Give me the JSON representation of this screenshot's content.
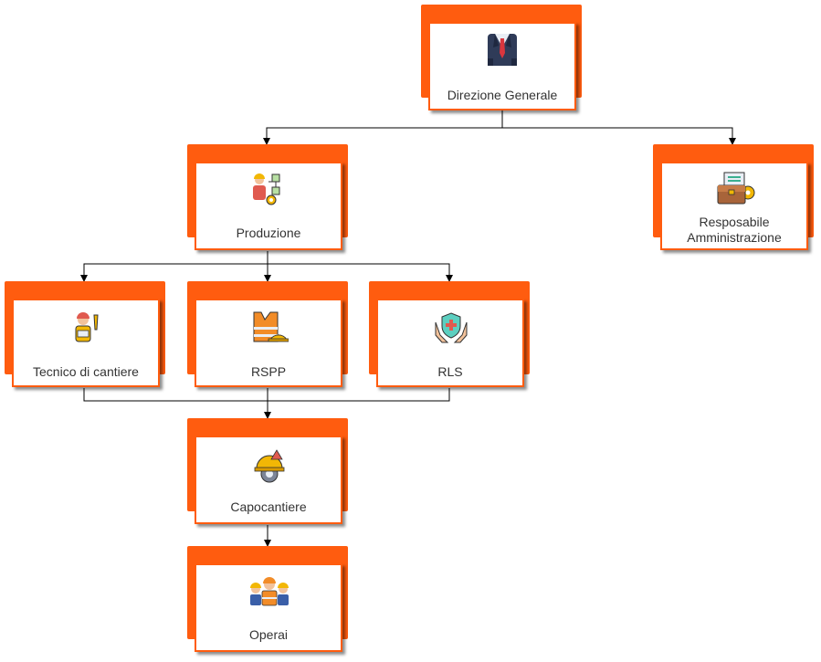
{
  "diagram": {
    "accent_color": "#ff5c0f",
    "nodes": {
      "direzione": {
        "label": "Direzione Generale",
        "icon": "business-suit-icon"
      },
      "produzione": {
        "label": "Produzione",
        "icon": "engineer-workflow-icon"
      },
      "amministrazione": {
        "label": "Resposabile Amministrazione",
        "icon": "briefcase-documents-gear-icon"
      },
      "tecnico": {
        "label": "Tecnico di cantiere",
        "icon": "worker-with-tool-icon"
      },
      "rspp": {
        "label": "RSPP",
        "icon": "safety-vest-helmet-icon"
      },
      "rls": {
        "label": "RLS",
        "icon": "hands-shield-cross-icon"
      },
      "capocantiere": {
        "label": "Capocantiere",
        "icon": "hard-hat-gear-icon"
      },
      "operai": {
        "label": "Operai",
        "icon": "workers-group-icon"
      }
    },
    "edges": [
      {
        "from": "direzione",
        "to": "produzione"
      },
      {
        "from": "direzione",
        "to": "amministrazione"
      },
      {
        "from": "produzione",
        "to": "tecnico"
      },
      {
        "from": "produzione",
        "to": "rspp"
      },
      {
        "from": "produzione",
        "to": "rls"
      },
      {
        "from": "tecnico",
        "to": "capocantiere"
      },
      {
        "from": "rspp",
        "to": "capocantiere"
      },
      {
        "from": "rls",
        "to": "capocantiere"
      },
      {
        "from": "capocantiere",
        "to": "operai"
      }
    ]
  }
}
